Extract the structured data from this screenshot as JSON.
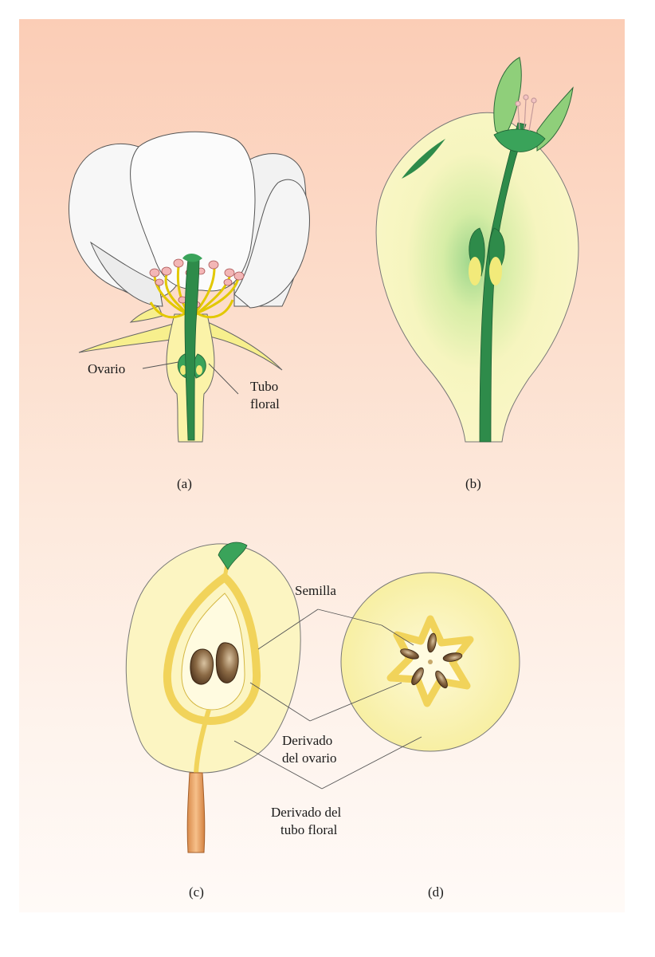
{
  "labels": {
    "ovary": "Ovario",
    "floral_tube_line1": "Tubo",
    "floral_tube_line2": "floral",
    "seed": "Semilla",
    "ovary_derived_line1": "Derivado",
    "ovary_derived_line2": "del ovario",
    "tube_derived_line1": "Derivado del",
    "tube_derived_line2": "tubo floral"
  },
  "captions": {
    "a": "(a)",
    "b": "(b)",
    "c": "(c)",
    "d": "(d)"
  },
  "colors": {
    "background_top": "#fbcdb6",
    "background_bottom": "#fffaf7",
    "petal": "#f7f7f7",
    "stem_green": "#2e8b4a",
    "pale_yellow": "#fbf6c0",
    "core_yellow": "#f6dc6a",
    "seed_brown": "#6b4a2c"
  }
}
